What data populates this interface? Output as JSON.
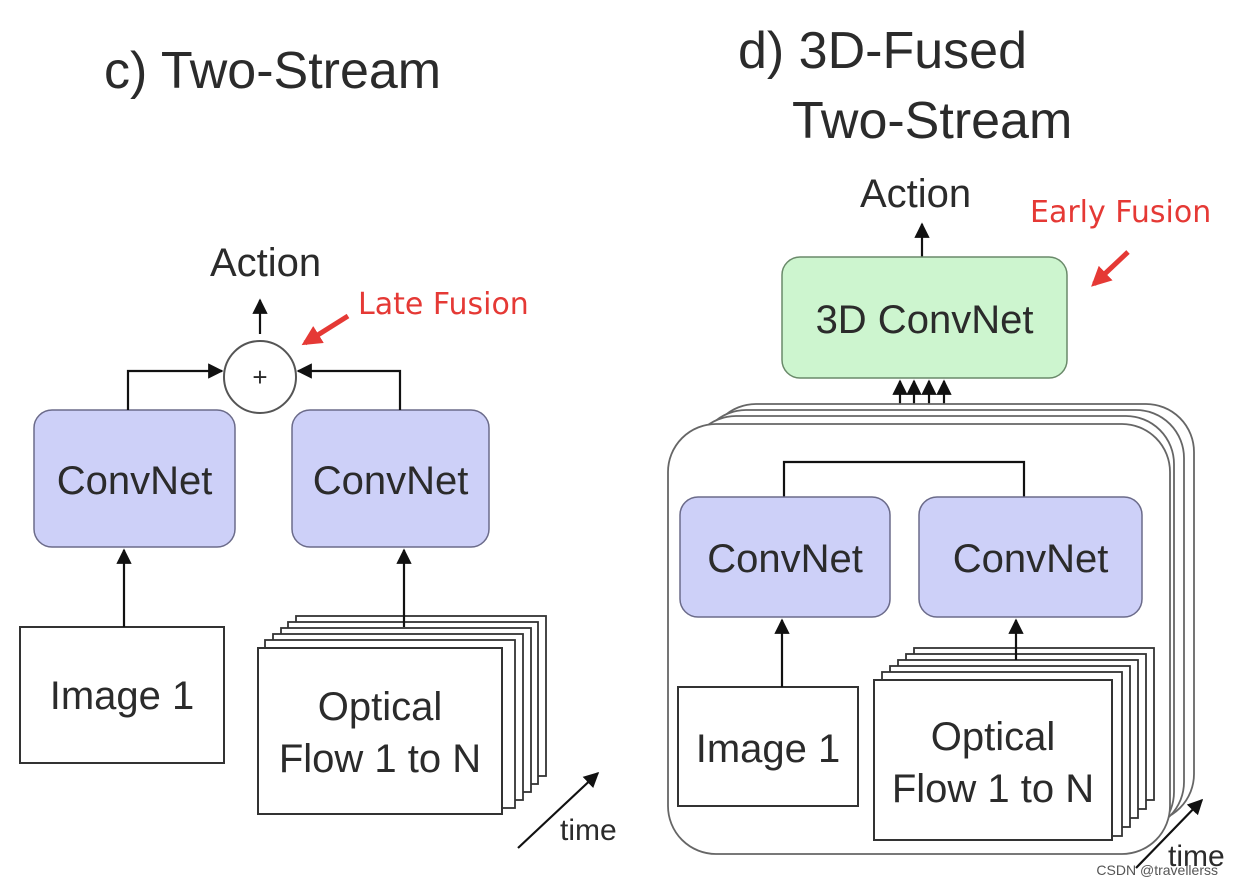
{
  "colors": {
    "convnet_fill": "#cdd0f8",
    "convnet_stroke": "#6b6b8a",
    "conv3d_fill": "#cdf5cf",
    "conv3d_stroke": "#6a8a6a",
    "annotation_red": "#e53935",
    "arrow_black": "#111111"
  },
  "left": {
    "title": "c) Two-Stream",
    "action_label": "Action",
    "plus_symbol": "+",
    "annotation": "Late Fusion",
    "convnet_rgb": "ConvNet",
    "convnet_flow": "ConvNet",
    "image_label": "Image 1",
    "flow_line1": "Optical",
    "flow_line2": "Flow 1 to N",
    "time_label": "time"
  },
  "right": {
    "title_line1": "d) 3D-Fused",
    "title_line2": "Two-Stream",
    "action_label": "Action",
    "annotation": "Early Fusion",
    "conv3d_label": "3D ConvNet",
    "convnet_rgb": "ConvNet",
    "convnet_flow": "ConvNet",
    "image_label": "Image 1",
    "flow_line1": "Optical",
    "flow_line2": "Flow 1 to N",
    "time_label": "time"
  },
  "watermark": "CSDN @travellerss"
}
